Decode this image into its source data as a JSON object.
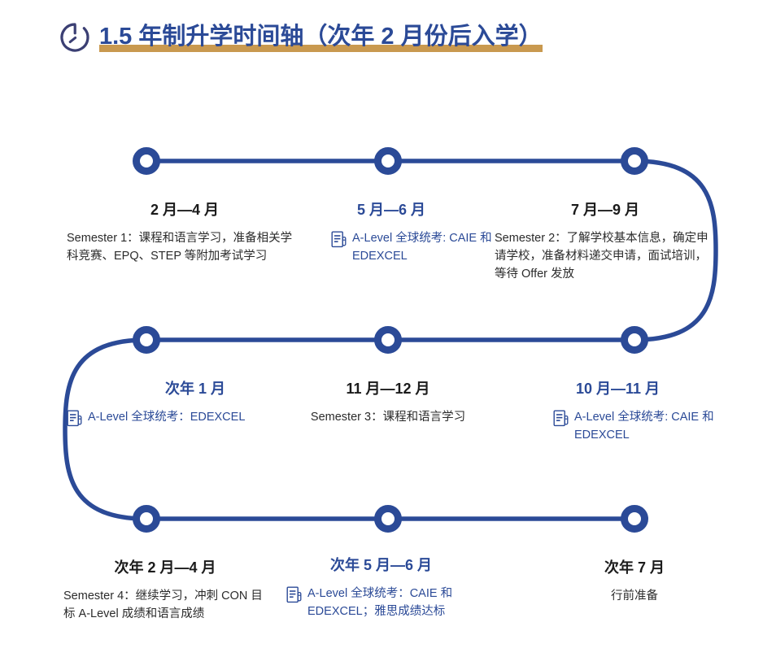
{
  "header": {
    "icon": "clock-icon",
    "title": "1.5 年制升学时间轴（次年 2 月份后入学）",
    "title_color": "#2b4a97",
    "underline_color": "#c9994f"
  },
  "theme": {
    "line_color": "#2b4a97",
    "node_fill": "#ffffff",
    "text_color": "#2b2b2b",
    "accent_color": "#2b4a97"
  },
  "timeline": {
    "items": [
      {
        "id": "feb-apr",
        "period": "2 月—4 月",
        "period_accent": false,
        "has_doc_icon": false,
        "desc": "Semester 1：课程和语言学习，准备相关学科竞赛、EPQ、STEP 等附加考试学习",
        "desc_accent": false
      },
      {
        "id": "may-jun",
        "period": "5 月—6 月",
        "period_accent": true,
        "has_doc_icon": true,
        "desc": "A-Level 全球统考: CAIE 和 EDEXCEL",
        "desc_accent": true
      },
      {
        "id": "jul-sep",
        "period": "7 月—9 月",
        "period_accent": false,
        "has_doc_icon": false,
        "desc": "Semester 2：了解学校基本信息，确定申请学校，准备材料递交申请，面试培训，等待 Offer 发放",
        "desc_accent": false
      },
      {
        "id": "next-jan",
        "period": "次年 1 月",
        "period_accent": true,
        "has_doc_icon": true,
        "desc": "A-Level 全球统考：EDEXCEL",
        "desc_accent": true
      },
      {
        "id": "nov-dec",
        "period": "11 月—12 月",
        "period_accent": false,
        "has_doc_icon": false,
        "desc": "Semester 3：课程和语言学习",
        "desc_accent": false
      },
      {
        "id": "oct-nov",
        "period": "10 月—11 月",
        "period_accent": true,
        "has_doc_icon": true,
        "desc": "A-Level 全球统考: CAIE 和 EDEXCEL",
        "desc_accent": true
      },
      {
        "id": "next-feb-apr",
        "period": "次年 2 月—4 月",
        "period_accent": false,
        "has_doc_icon": false,
        "desc": "Semester 4：继续学习，冲刺 CON 目标 A-Level 成绩和语言成绩",
        "desc_accent": false
      },
      {
        "id": "next-may-jun",
        "period": "次年 5 月—6 月",
        "period_accent": true,
        "has_doc_icon": true,
        "desc": "A-Level 全球统考：CAIE 和 EDEXCEL；雅思成绩达标",
        "desc_accent": true
      },
      {
        "id": "next-jul",
        "period": "次年 7 月",
        "period_accent": false,
        "has_doc_icon": false,
        "desc": "行前准备",
        "desc_accent": false
      }
    ]
  }
}
